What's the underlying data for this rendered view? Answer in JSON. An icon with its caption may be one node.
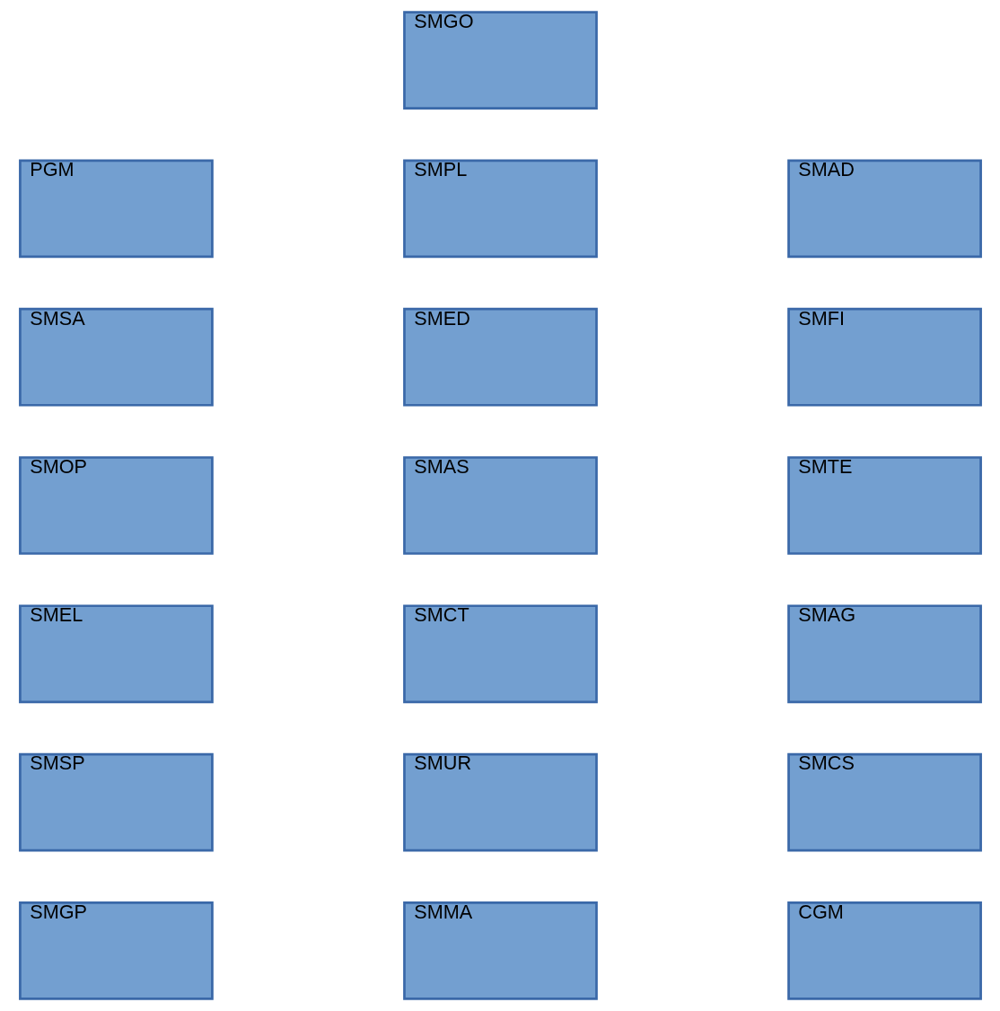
{
  "diagram": {
    "nodes": [
      {
        "text": [
          "SMGO"
        ]
      },
      {
        "text": [
          "PGM"
        ]
      },
      {
        "text": [
          "SMPL"
        ]
      },
      {
        "text": [
          "SMAD"
        ]
      },
      {
        "text": [
          "SMSA"
        ]
      },
      {
        "text": [
          "SMED"
        ]
      },
      {
        "text": [
          "SMFI"
        ]
      },
      {
        "text": [
          "SMOP"
        ]
      },
      {
        "text": [
          "SMAS"
        ]
      },
      {
        "text": [
          "SMTE"
        ]
      },
      {
        "text": [
          "SMEL"
        ]
      },
      {
        "text": [
          "SMCT"
        ]
      },
      {
        "text": [
          "SMAG"
        ]
      },
      {
        "text": [
          "SMSP"
        ]
      },
      {
        "text": [
          "SMUR"
        ]
      },
      {
        "text": [
          "SMCS"
        ]
      },
      {
        "text": [
          "SMGP"
        ]
      },
      {
        "text": [
          "SMMA"
        ]
      },
      {
        "text": [
          "CGM"
        ]
      }
    ]
  }
}
